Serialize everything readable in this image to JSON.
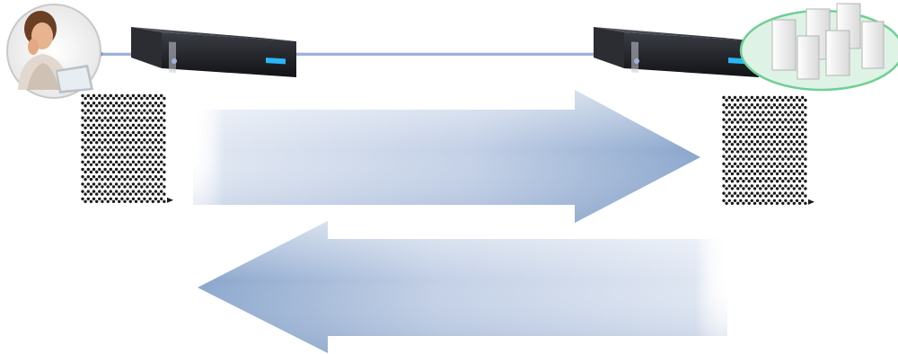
{
  "diagram": {
    "nodes": [
      {
        "id": "user",
        "icon": "user-at-laptop-icon"
      },
      {
        "id": "appliance-left",
        "icon": "rack-appliance-icon"
      },
      {
        "id": "appliance-right",
        "icon": "rack-appliance-icon"
      },
      {
        "id": "server-cluster",
        "icon": "server-cluster-icon"
      }
    ],
    "links": [
      {
        "from": "user",
        "to": "appliance-left"
      },
      {
        "from": "appliance-left",
        "to": "appliance-right"
      },
      {
        "from": "appliance-right",
        "to": "server-cluster"
      }
    ],
    "flows": [
      {
        "direction": "right",
        "icon": "right-arrow-icon"
      },
      {
        "direction": "left",
        "icon": "left-arrow-icon"
      }
    ],
    "packet_streams": [
      {
        "side": "left",
        "icon": "packet-stream-icon"
      },
      {
        "side": "right",
        "icon": "packet-stream-icon"
      }
    ],
    "colors": {
      "arrow": "#8aa6cc",
      "arrow_light": "#dfe6f2",
      "link_line": "#9fb1d6",
      "cluster_fill": "#dff2e6",
      "cluster_stroke": "#6fcf95",
      "appliance_body": "#1e2024",
      "appliance_display": "#29b6f6"
    }
  }
}
